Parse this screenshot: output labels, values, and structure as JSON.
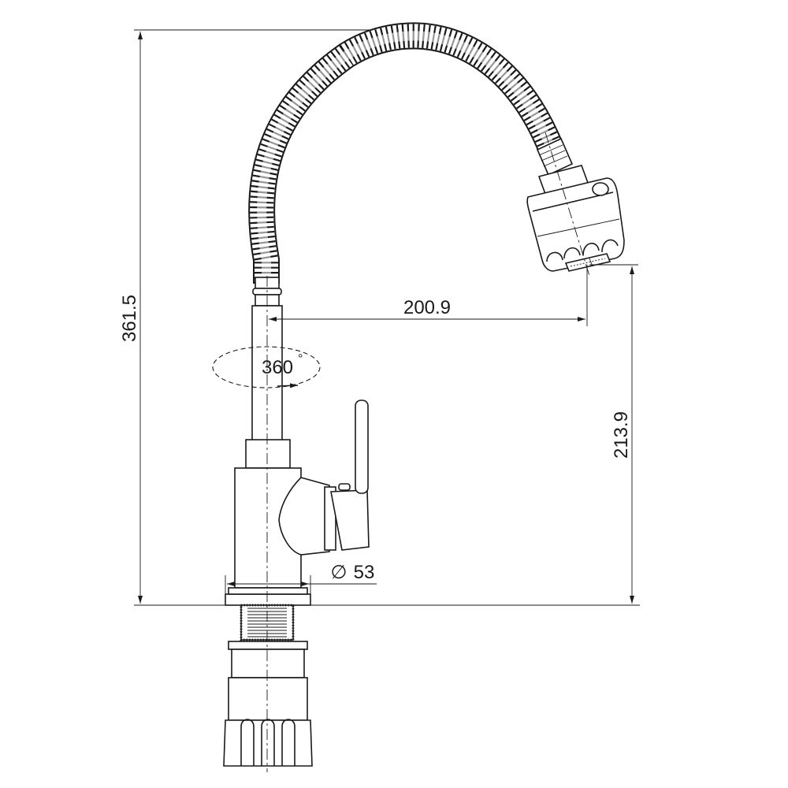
{
  "dimensions": {
    "total_height": "361.5",
    "reach": "200.9",
    "spout_height": "213.9",
    "rotation": "360",
    "rotation_unit": "°",
    "base_diameter_symbol": "∅",
    "base_diameter": "53"
  }
}
